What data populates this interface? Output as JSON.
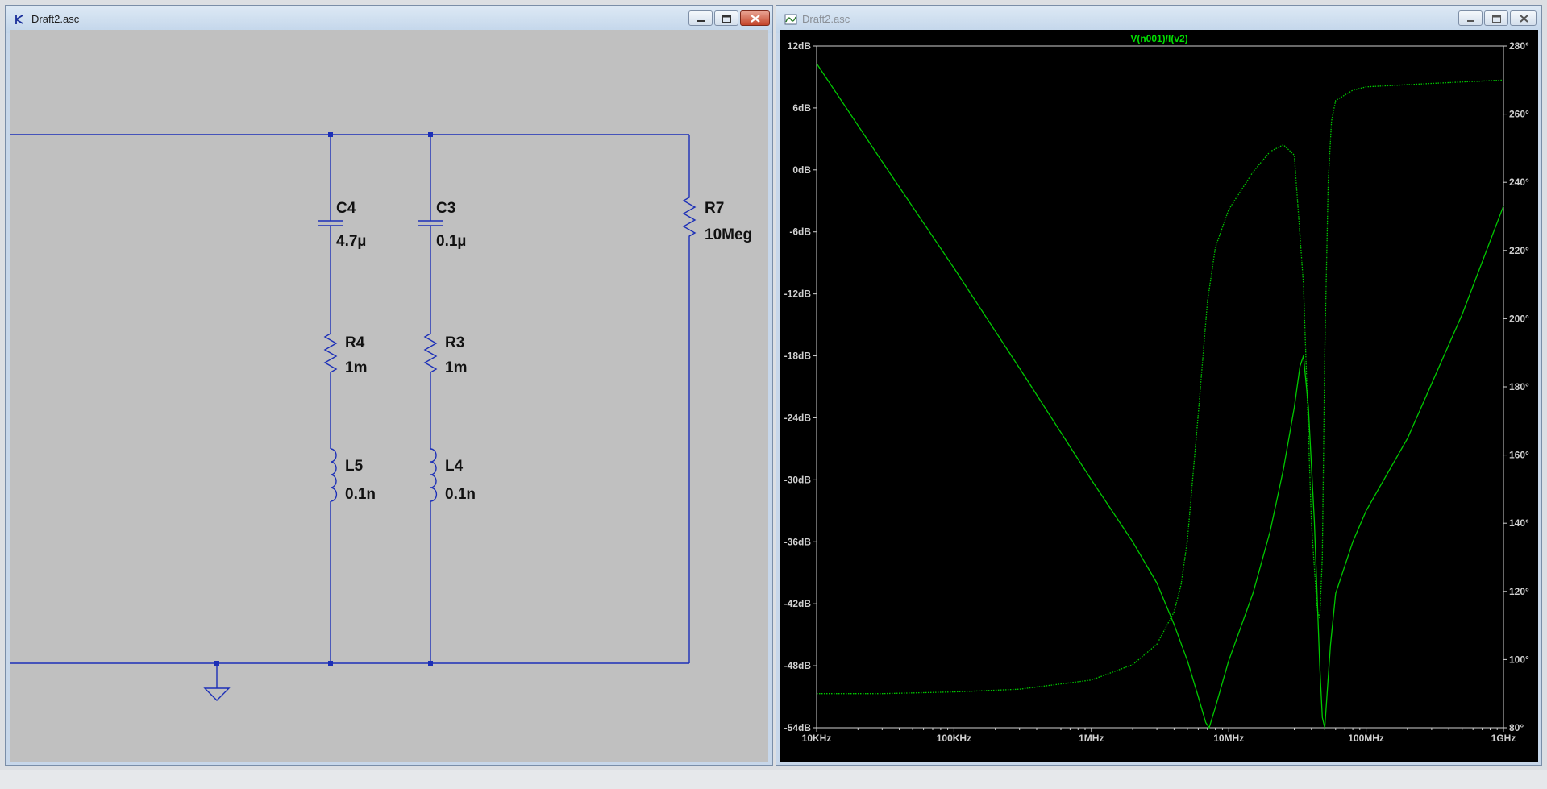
{
  "schematic_window": {
    "title": "Draft2.asc",
    "components": [
      {
        "ref": "C4",
        "value": "4.7µ"
      },
      {
        "ref": "C3",
        "value": "0.1µ"
      },
      {
        "ref": "R7",
        "value": "10Meg"
      },
      {
        "ref": "R4",
        "value": "1m"
      },
      {
        "ref": "R3",
        "value": "1m"
      },
      {
        "ref": "L5",
        "value": "0.1n"
      },
      {
        "ref": "L4",
        "value": "0.1n"
      }
    ]
  },
  "plot_window": {
    "title": "Draft2.asc",
    "trace_label": "V(n001)/I(v2)",
    "colors": {
      "background": "#000000",
      "trace": "#00c800",
      "label": "#00e000",
      "axis": "#cfcfcf"
    },
    "left_axis": [
      "12dB",
      "6dB",
      "0dB",
      "-6dB",
      "-12dB",
      "-18dB",
      "-24dB",
      "-30dB",
      "-36dB",
      "-42dB",
      "-48dB",
      "-54dB"
    ],
    "right_axis": [
      "280°",
      "260°",
      "240°",
      "220°",
      "200°",
      "180°",
      "160°",
      "140°",
      "120°",
      "100°",
      "80°"
    ],
    "x_axis": [
      "10KHz",
      "100KHz",
      "1MHz",
      "10MHz",
      "100MHz",
      "1GHz"
    ]
  },
  "chart_data": {
    "type": "line",
    "x_scale": "log",
    "xlim": [
      10000,
      1000000000
    ],
    "ylim": [
      -54,
      12
    ],
    "y2lim": [
      80,
      280
    ],
    "y2_unit": "°",
    "grid": false,
    "series": [
      {
        "name": "",
        "axis": "left",
        "style": "solid",
        "x": [
          10000,
          30000,
          100000,
          300000,
          1000000,
          2000000,
          3000000,
          4000000,
          5000000,
          6000000,
          6800000,
          7200000,
          8000000,
          10000000,
          15000000,
          20000000,
          25000000,
          30000000,
          33000000,
          35000000,
          38000000,
          42000000,
          46000000,
          48000000,
          50000000,
          55000000,
          60000000,
          80000000,
          100000000,
          200000000,
          500000000,
          1000000000
        ],
        "y": [
          10.3,
          0.8,
          -9.5,
          -19.2,
          -30,
          -36,
          -40,
          -44,
          -47.5,
          -51,
          -53.5,
          -54,
          -52,
          -47.5,
          -41,
          -35,
          -29,
          -23,
          -19,
          -18,
          -23,
          -34,
          -48,
          -53,
          -54,
          -46,
          -41,
          -36,
          -33,
          -26,
          -14,
          -3.5
        ]
      },
      {
        "name": "",
        "axis": "right",
        "style": "dotted",
        "x": [
          10000,
          30000,
          100000,
          300000,
          1000000,
          2000000,
          3000000,
          4000000,
          4500000,
          5000000,
          6000000,
          7000000,
          8000000,
          10000000,
          15000000,
          20000000,
          25000000,
          30000000,
          35000000,
          40000000,
          44000000,
          46000000,
          48000000,
          50000000,
          53000000,
          56000000,
          60000000,
          80000000,
          100000000,
          300000000,
          1000000000
        ],
        "y": [
          90,
          90,
          90.5,
          91.3,
          94,
          98.5,
          104.5,
          114,
          122,
          135,
          172,
          205,
          221,
          232,
          243,
          249,
          251,
          248,
          210,
          140,
          115,
          112,
          130,
          190,
          240,
          258,
          264,
          267,
          268,
          269,
          270
        ]
      }
    ]
  }
}
